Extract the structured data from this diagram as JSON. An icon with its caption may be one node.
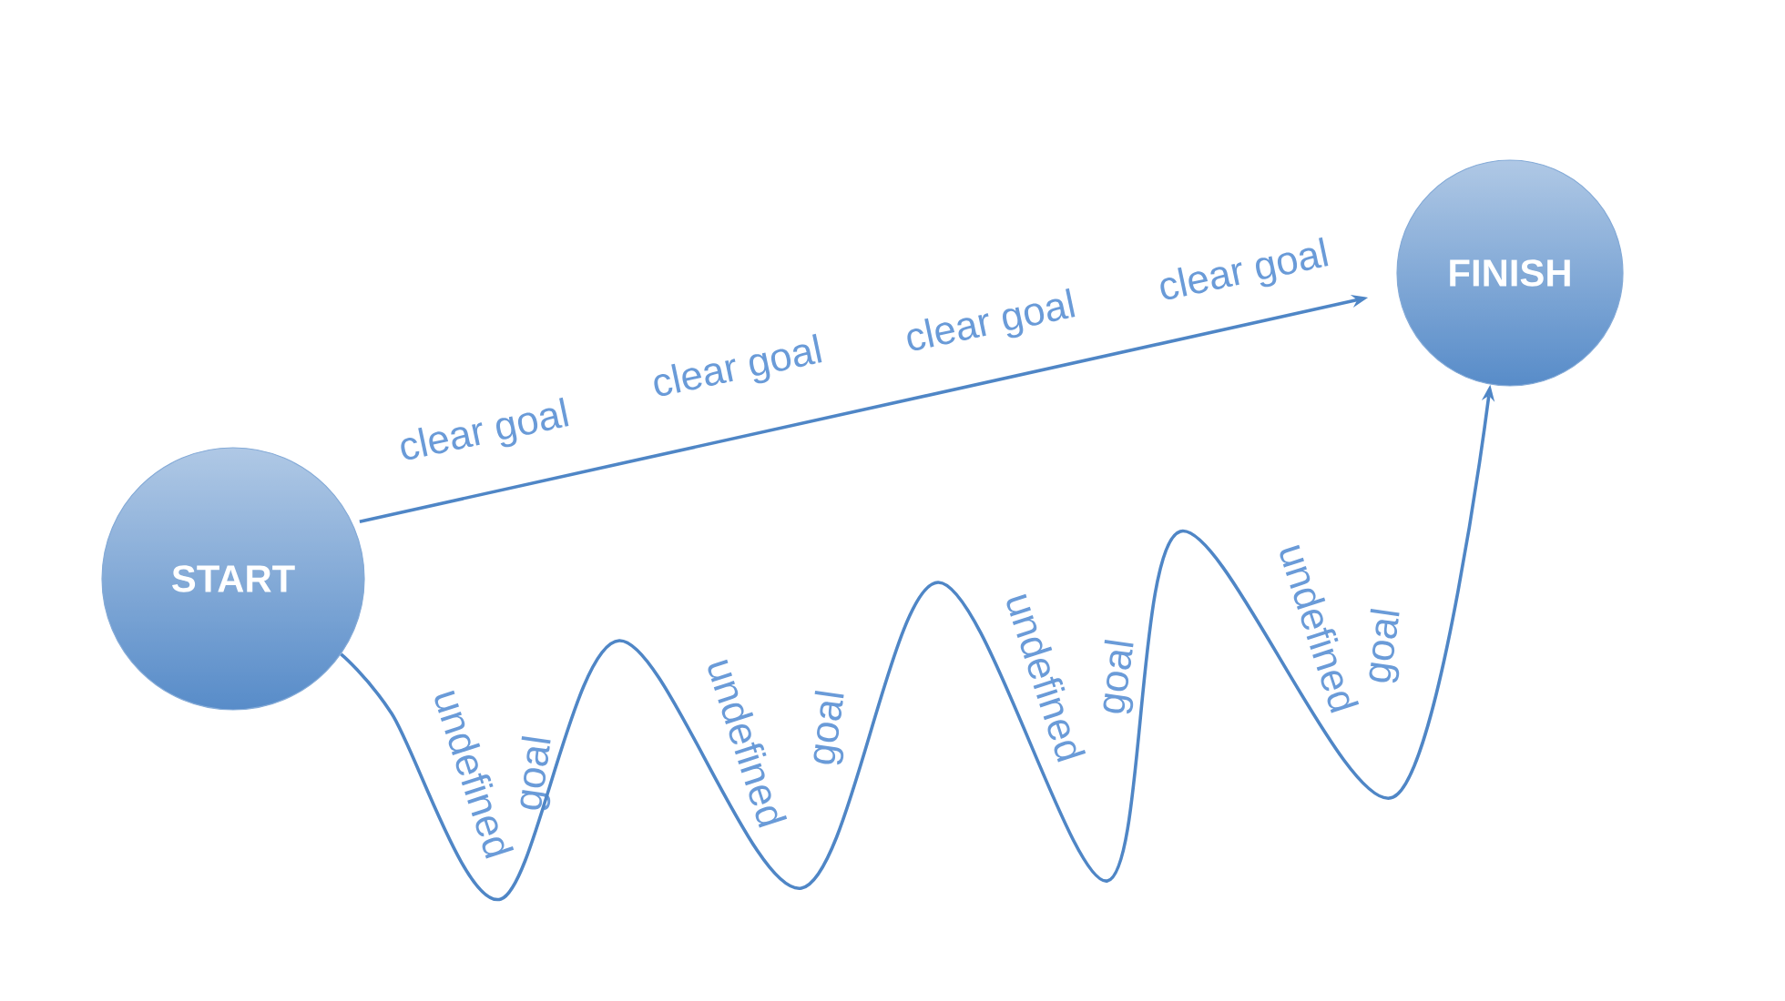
{
  "diagram": {
    "nodes": [
      {
        "text": [
          "START"
        ]
      },
      {
        "text": [
          "FINISH"
        ]
      }
    ],
    "edges": [
      {
        "from": 0,
        "to": 1,
        "arrow": "to",
        "label": "clear goal"
      },
      {
        "from": 0,
        "to": 1,
        "arrow": "to"
      }
    ],
    "labels": [
      "clear goal",
      "clear goal",
      "clear goal",
      "undefined",
      "goal",
      "undefined",
      "goal",
      "undefined",
      "goal",
      "undefined",
      "goal"
    ]
  }
}
